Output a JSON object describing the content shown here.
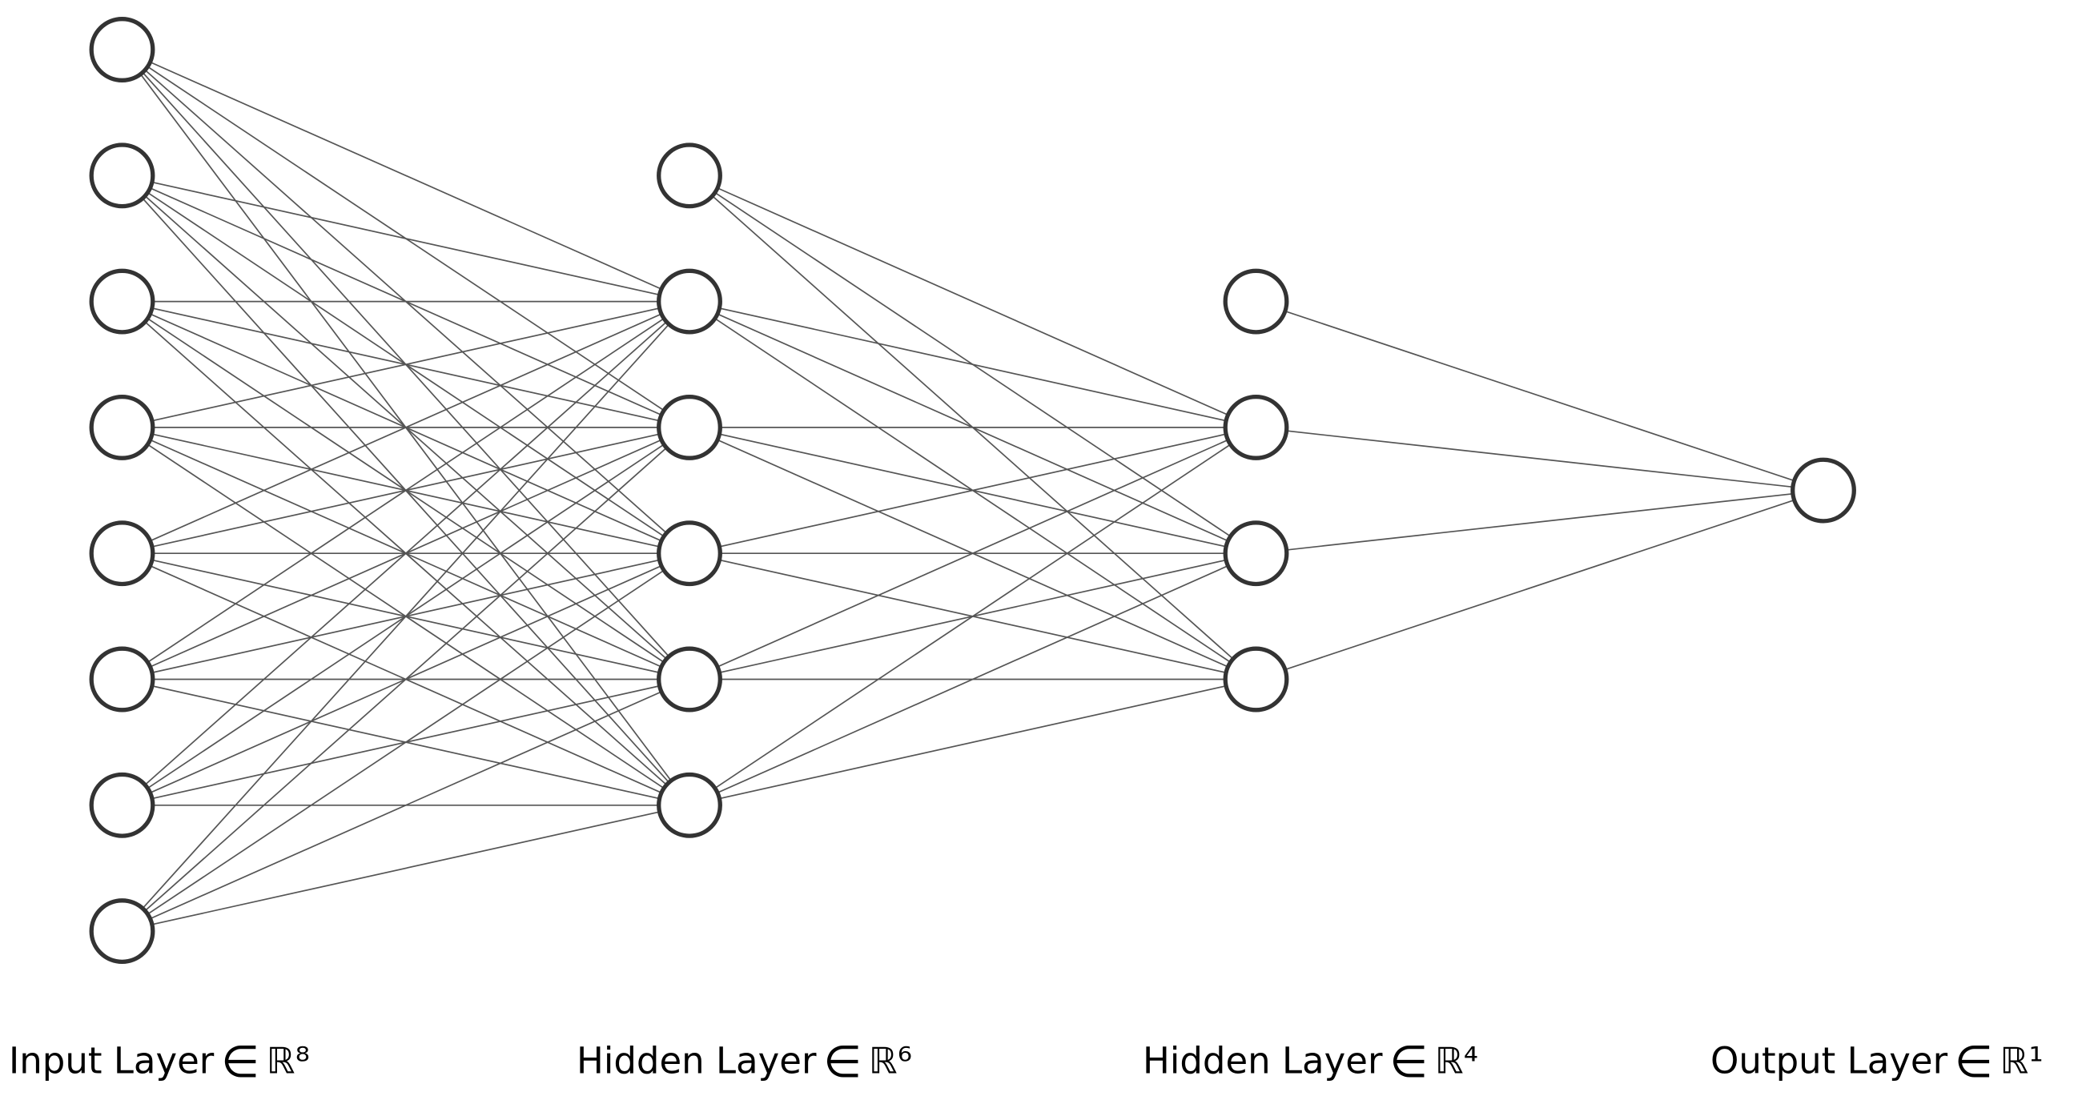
{
  "title": "Fully connected neural network diagram",
  "style": {
    "background": "#ffffff",
    "node_fill": "#ffffff",
    "node_stroke": "#333333",
    "edge_color": "#555555",
    "label_color": "#000000"
  },
  "network": {
    "layers": [
      {
        "name": "input-layer",
        "label_prefix": "Input Layer",
        "in_symbol": "∈",
        "space": "ℝ⁸",
        "nodes": 8,
        "bias_top_node": false
      },
      {
        "name": "hidden-layer-1",
        "label_prefix": "Hidden Layer",
        "in_symbol": "∈",
        "space": "ℝ⁶",
        "nodes": 6,
        "bias_top_node": true
      },
      {
        "name": "hidden-layer-2",
        "label_prefix": "Hidden Layer",
        "in_symbol": "∈",
        "space": "ℝ⁴",
        "nodes": 4,
        "bias_top_node": true
      },
      {
        "name": "output-layer",
        "label_prefix": "Output Layer",
        "in_symbol": "∈",
        "space": "ℝ¹",
        "nodes": 1,
        "bias_top_node": false
      }
    ],
    "connectivity": "each node connects to every node of the next layer except its bias top node",
    "edge_counts": {
      "input_to_hidden1": 40,
      "hidden1_to_hidden2": 18,
      "hidden2_to_output": 4
    }
  }
}
